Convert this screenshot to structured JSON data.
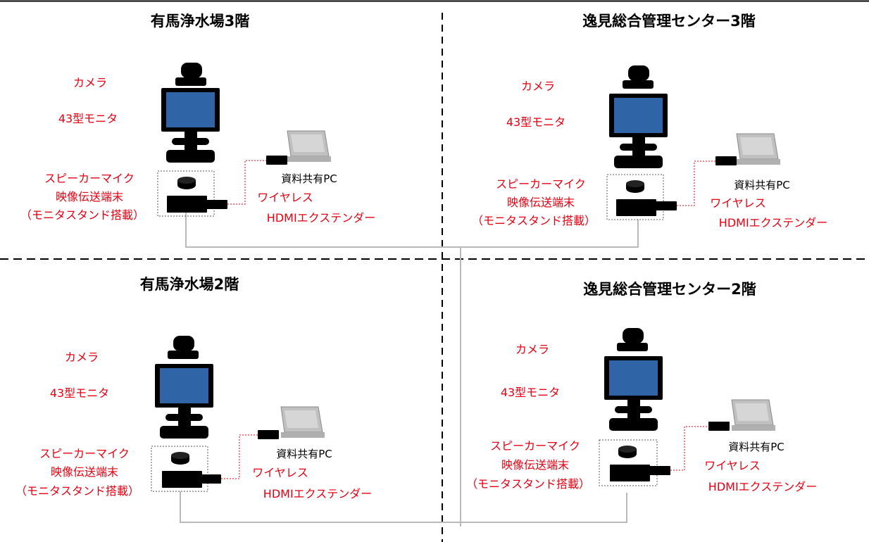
{
  "colors": {
    "label_red": "#e60012",
    "monitor_screen": "#2f64a6",
    "cable_gray": "#b9b9b9",
    "device_black": "#000000"
  },
  "sites": [
    {
      "title": "有馬浄水場3階",
      "camera": "カメラ",
      "monitor": "43型モニタ",
      "speaker": "スピーカーマイク",
      "transmitter": "映像伝送端末",
      "stand": "（モニタスタンド搭載）",
      "pc": "資料共有PC",
      "wireless": "ワイヤレス",
      "hdmi": "HDMIエクステンダー"
    },
    {
      "title": "逸見総合管理センター3階",
      "camera": "カメラ",
      "monitor": "43型モニタ",
      "speaker": "スピーカーマイク",
      "transmitter": "映像伝送端末",
      "stand": "（モニタスタンド搭載）",
      "pc": "資料共有PC",
      "wireless": "ワイヤレス",
      "hdmi": "HDMIエクステンダー"
    },
    {
      "title": "有馬浄水場2階",
      "camera": "カメラ",
      "monitor": "43型モニタ",
      "speaker": "スピーカーマイク",
      "transmitter": "映像伝送端末",
      "stand": "（モニタスタンド搭載）",
      "pc": "資料共有PC",
      "wireless": "ワイヤレス",
      "hdmi": "HDMIエクステンダー"
    },
    {
      "title": "逸見総合管理センター2階",
      "camera": "カメラ",
      "monitor": "43型モニタ",
      "speaker": "スピーカーマイク",
      "transmitter": "映像伝送端末",
      "stand": "（モニタスタンド搭載）",
      "pc": "資料共有PC",
      "wireless": "ワイヤレス",
      "hdmi": "HDMIエクステンダー"
    }
  ]
}
